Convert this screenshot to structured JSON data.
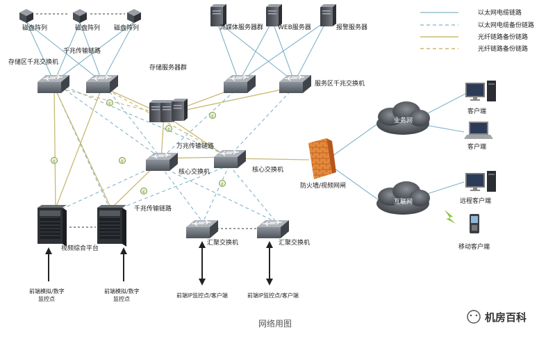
{
  "caption": "网络用图",
  "watermark": "机房百科",
  "legend": [
    {
      "label": "以太网电缆链路",
      "color": "#7fb3c8",
      "dash": "solid"
    },
    {
      "label": "以太网电缆备份链路",
      "color": "#7fb3c8",
      "dash": "dashed"
    },
    {
      "label": "光纤链路备份链路",
      "color": "#c9b872",
      "dash": "solid"
    },
    {
      "label": "光纤链路备份链路",
      "color": "#c9b872",
      "dash": "dashed"
    }
  ],
  "labels": {
    "disk_array_1": "磁盘阵列",
    "disk_array_2": "磁盘阵列",
    "disk_array_3": "磁盘阵列",
    "gigabit_link_top": "千兆传输链路",
    "storage_switch": "存储区千兆交换机",
    "storage_server_group": "存储服务器群",
    "streaming_server": "流媒体服务器群",
    "web_server": "WEB服务器",
    "alarm_server": "报警服务器",
    "service_switch": "服务区千兆交换机",
    "ten_gig_link": "万兆传输链路",
    "core_switch_1": "核心交换机",
    "core_switch_2": "核心交换机",
    "firewall": "防火墙/视频网闸",
    "gigabit_link_bottom": "千兆传输链路",
    "video_platform": "视频综合平台",
    "agg_switch_1": "汇聚交换机",
    "agg_switch_2": "汇聚交换机",
    "front_analog_1": "前端模拟/数字",
    "front_analog_1b": "监控点",
    "front_analog_2": "前端模拟/数字",
    "front_analog_2b": "监控点",
    "front_ip_1": "前端IP监控点/客户端",
    "front_ip_2": "前端IP监控点/客户端",
    "business_net": "业务网",
    "internet": "互联网",
    "client_1": "客户端",
    "client_2": "客户端",
    "remote_client": "远程客户端",
    "mobile_client": "移动客户端"
  }
}
